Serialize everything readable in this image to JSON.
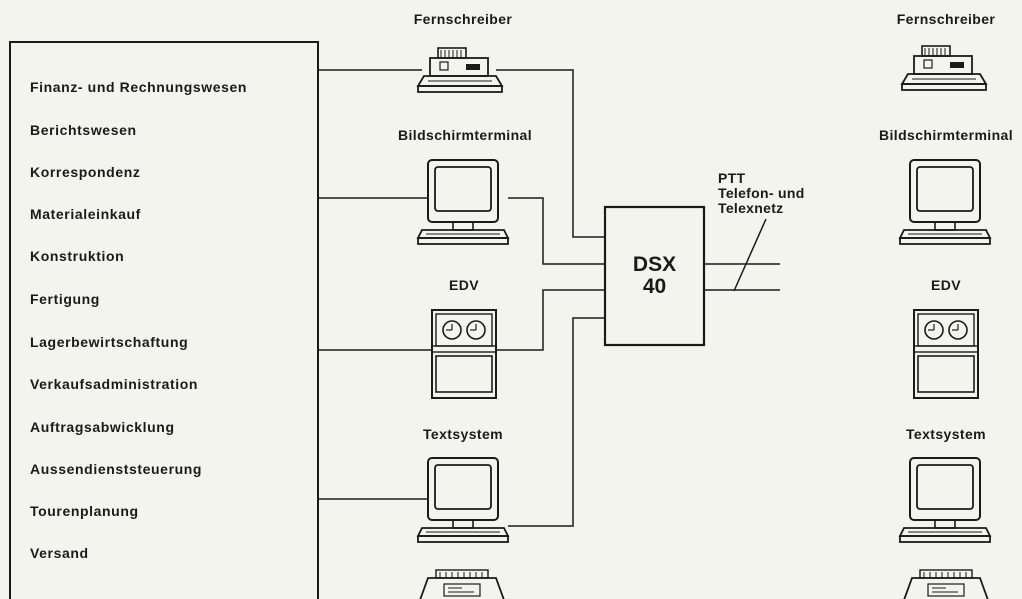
{
  "functions": [
    "Finanz- und Rechnungswesen",
    "Berichtswesen",
    "Korrespondenz",
    "Materialeinkauf",
    "Konstruktion",
    "Fertigung",
    "Lagerbewirtschaftung",
    "Verkaufsadministration",
    "Auftragsabwicklung",
    "Aussendienststeuerung",
    "Tourenplanung",
    "Versand"
  ],
  "devices_left": {
    "teleprinter": "Fernschreiber",
    "terminal": "Bildschirmterminal",
    "edp": "EDV",
    "text_system": "Textsystem"
  },
  "devices_right": {
    "teleprinter": "Fernschreiber",
    "terminal": "Bildschirmterminal",
    "edp": "EDV",
    "text_system": "Textsystem"
  },
  "hub": {
    "line1": "DSX",
    "line2": "40"
  },
  "network": {
    "line1": "PTT",
    "line2": "Telefon-  und",
    "line3": "Telexnetz"
  },
  "colors": {
    "ink": "#1a1a1a",
    "paper": "#f4f4ee"
  }
}
